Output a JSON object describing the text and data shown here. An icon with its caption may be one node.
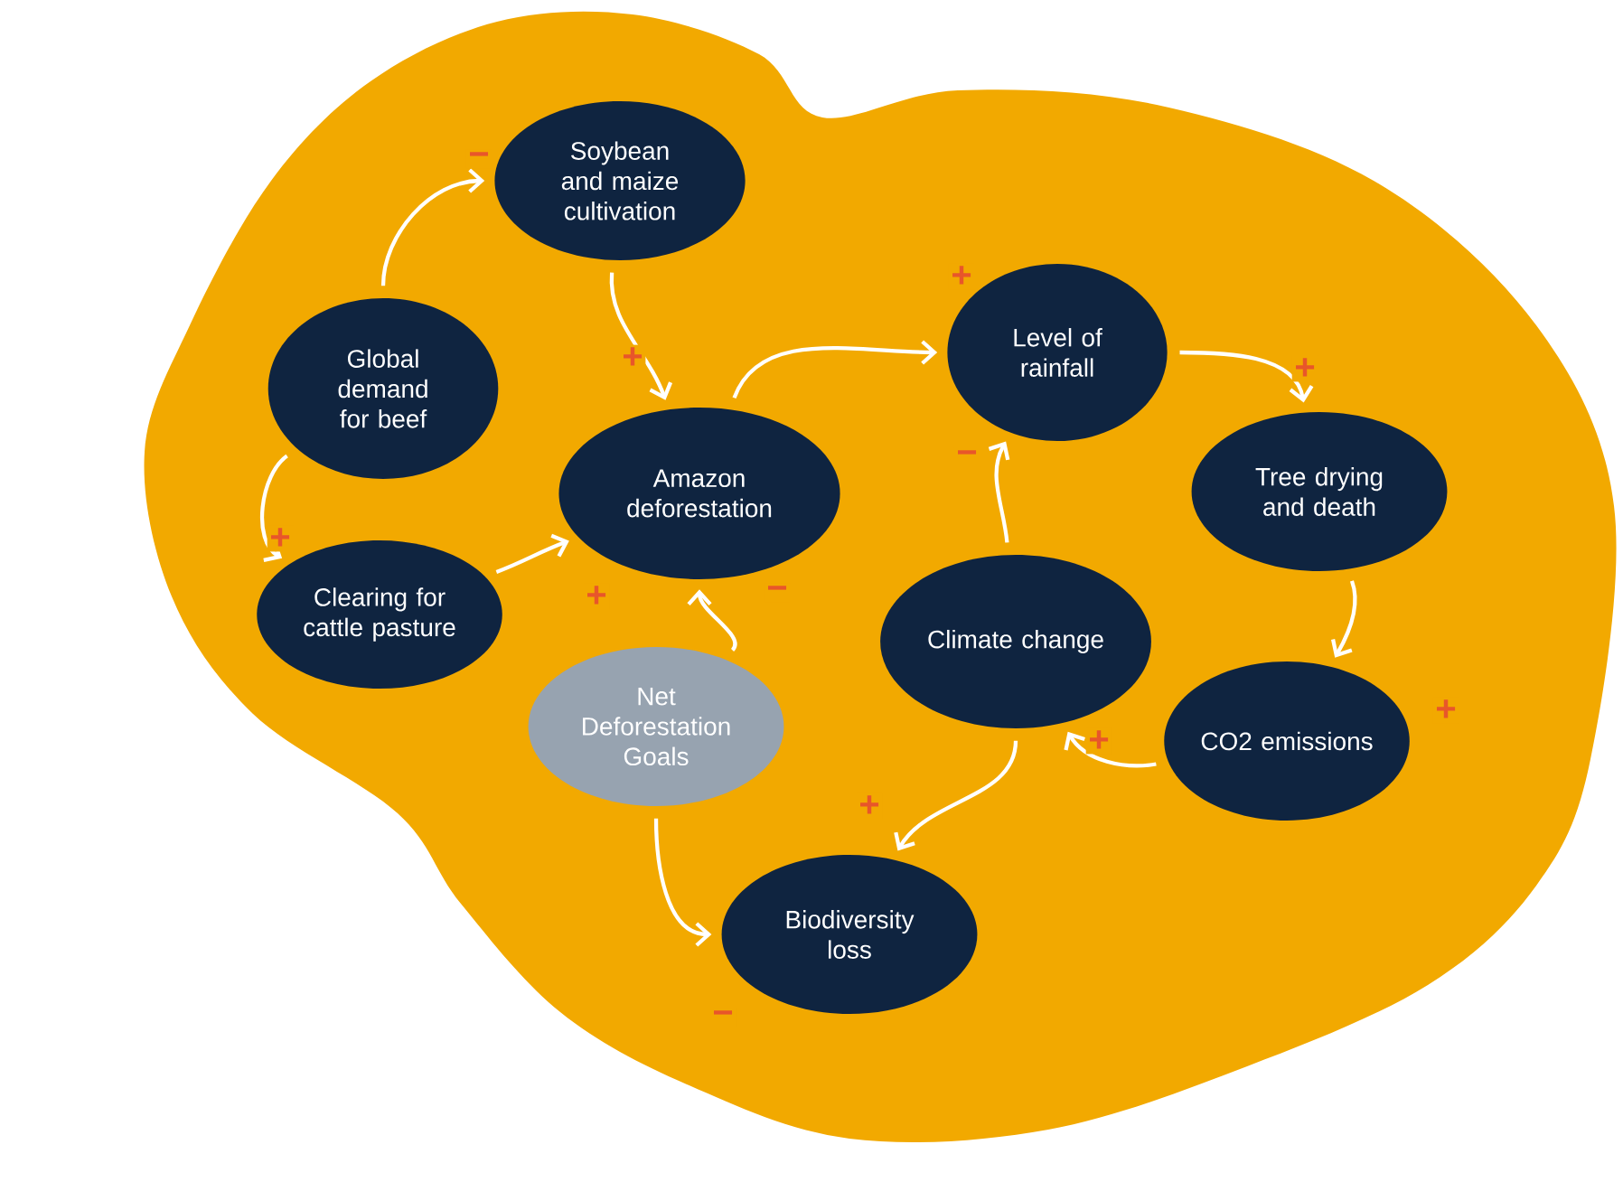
{
  "diagram": {
    "nodes": [
      {
        "text": [
          "Soybean and maize cultivation"
        ]
      },
      {
        "text": [
          "Global demand for beef"
        ]
      },
      {
        "text": [
          "Amazon deforestation"
        ]
      },
      {
        "text": [
          "Clearing for cattle pasture"
        ]
      },
      {
        "text": [
          "Net Deforestation Goals"
        ]
      },
      {
        "text": [
          "Level of rainfall"
        ]
      },
      {
        "text": [
          "Tree drying and death"
        ]
      },
      {
        "text": [
          "Climate change"
        ]
      },
      {
        "text": [
          "CO2 emissions"
        ]
      },
      {
        "text": [
          "Biodiversity loss"
        ]
      }
    ],
    "edges": [
      {
        "from": 1,
        "to": 0,
        "arrow": "to",
        "label": "−"
      },
      {
        "from": 0,
        "to": 2,
        "arrow": "to",
        "label": "+"
      },
      {
        "from": 1,
        "to": 3,
        "arrow": "to",
        "label": "+"
      },
      {
        "from": 3,
        "to": 2,
        "arrow": "to",
        "label": "+"
      },
      {
        "from": 4,
        "to": 2,
        "arrow": "to",
        "label": "−"
      },
      {
        "from": 2,
        "to": 5,
        "arrow": "to",
        "label": "+"
      },
      {
        "from": 5,
        "to": 6,
        "arrow": "to",
        "label": "+"
      },
      {
        "from": 6,
        "to": 8,
        "arrow": "to",
        "label": "+"
      },
      {
        "from": 8,
        "to": 7,
        "arrow": "to",
        "label": "+"
      },
      {
        "from": 7,
        "to": 5,
        "arrow": "to",
        "label": "−"
      },
      {
        "from": 7,
        "to": 9,
        "arrow": "to",
        "label": "+"
      },
      {
        "from": 4,
        "to": 9,
        "arrow": "to",
        "label": "−"
      }
    ]
  }
}
